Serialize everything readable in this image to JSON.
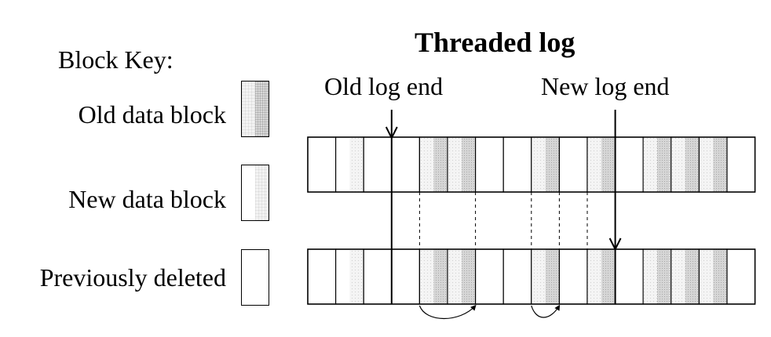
{
  "title": "Threaded log",
  "key": {
    "title": "Block Key:",
    "items": [
      {
        "label": "Old data block",
        "type": "old"
      },
      {
        "label": "New data block",
        "type": "new"
      },
      {
        "label": "Previously deleted",
        "type": "deleted"
      }
    ]
  },
  "markers": {
    "old_log_end": "Old log end",
    "new_log_end": "New log end"
  },
  "rows": {
    "before": [
      "deleted",
      "new",
      "deleted",
      "deleted",
      "old",
      "old",
      "deleted",
      "deleted",
      "old",
      "deleted",
      "old",
      "deleted",
      "old",
      "old",
      "old",
      "deleted"
    ],
    "after": [
      "deleted",
      "new",
      "deleted",
      "deleted",
      "old",
      "old",
      "deleted",
      "deleted",
      "old",
      "deleted",
      "old",
      "deleted",
      "old",
      "old",
      "old",
      "deleted"
    ]
  },
  "colors": {
    "old_fill": "#d9d9d9",
    "new_fill": "#f3f3f3",
    "stroke": "#000000"
  }
}
